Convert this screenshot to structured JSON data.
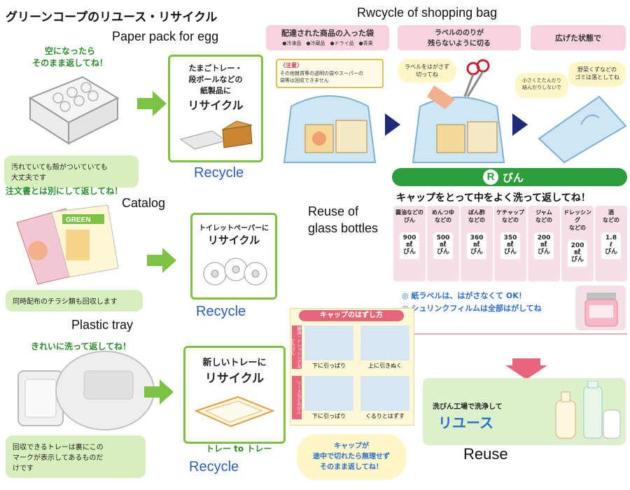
{
  "title": "グリーンコープのリユース・リサイクル",
  "sections": {
    "egg": {
      "heading": "Paper pack for egg",
      "note": "空になったら\nそのまま返してね！",
      "caption": "汚れていても殻がついていても\n大丈夫です",
      "box_text": "たまごトレー・\n段ボールなどの\n紙製品に",
      "box_strong": "リサイクル",
      "recycle_label": "Recycle"
    },
    "catalog": {
      "note_top": "注文書とは別にして返してね！",
      "heading": "Catalog",
      "brand": "GREEN",
      "caption": "同時配布のチラシ類も回収します",
      "box_text": "トイレットペーパーに",
      "box_strong": "リサイクル",
      "recycle_label": "Recycle"
    },
    "tray": {
      "heading": "Plastic tray",
      "note": "きれいに洗って返してね！",
      "caption": "回収できるトレーは裏にこの\nマークが表示してあるものだ\nけです",
      "box_text": "新しいトレーに",
      "box_strong": "リサイクル",
      "tray_to_tray": "トレー to トレー",
      "recycle_label": "Recycle"
    },
    "bag": {
      "heading": "Rwcycle of shopping bag",
      "step1_title": "配達された商品の入った袋",
      "step1_items": "●冷凍品　●冷蔵品　●ドライ品　●青果",
      "step2_title": "ラベルののりが\n残らないように切る",
      "step3_title": "広げた状態で",
      "caution_label": "〈注意〉",
      "caution_text": "その他雑貨等の透明の袋やスーパーの\n袋等は回収できません",
      "bubble_label": "ラベルをはがさず\n切ってね",
      "bubble_small": "小さくたたんだり\n結んだりしないで",
      "bubble_veg": "野菜くずなどの\nゴミは落としてね"
    },
    "bottles": {
      "heading": "Reuse of\nglass bottles",
      "band_label": "びん",
      "headline": "キャップをとって中をよく洗って返してね！",
      "items": [
        {
          "name": "醤油などの\nびん",
          "size": "900\n㎖\nびん"
        },
        {
          "name": "めんつゆ\nなどの",
          "size": "500\n㎖\nびん"
        },
        {
          "name": "ぽん酢\nなどの",
          "size": "360\n㎖\nびん"
        },
        {
          "name": "ケチャップ\nなどの",
          "size": "350\n㎖\nびん"
        },
        {
          "name": "ジャム\nなどの",
          "size": "200\n㎖\nびん"
        },
        {
          "name": "ドレッシング\nなどの",
          "size": "200\n㎖\nびん"
        },
        {
          "name": "酒\nなどの",
          "size": "1.8\nℓ\nびん"
        }
      ],
      "note1": "◎ 紙ラベルは、はがさなくて OK！",
      "note2": "◎ シュリンクフィルムは全部はがしてね",
      "cap_title": "キャップのはずし方",
      "cap_side1": "醤油・ドレッシングなどのびん",
      "cap_side2": "ソースなどのびん",
      "cap_step1": "下に引っぱり",
      "cap_step2": "上に引きぬく",
      "cap_step3": "下に引っぱり",
      "cap_step4": "くるりとはずす",
      "cap_bubble": "キャップが\n途中で切れたら無理せず\nそのまま返してね！",
      "factory_text": "洗びん工場で洗浄して",
      "reuse_jp": "リユース",
      "reuse_label": "Reuse"
    }
  },
  "colors": {
    "green": "#7cc243",
    "band_green": "#2c9e3c",
    "navy": "#1f2a7a",
    "pink": "#f7d3df",
    "blue_text": "#2a5fbf"
  }
}
